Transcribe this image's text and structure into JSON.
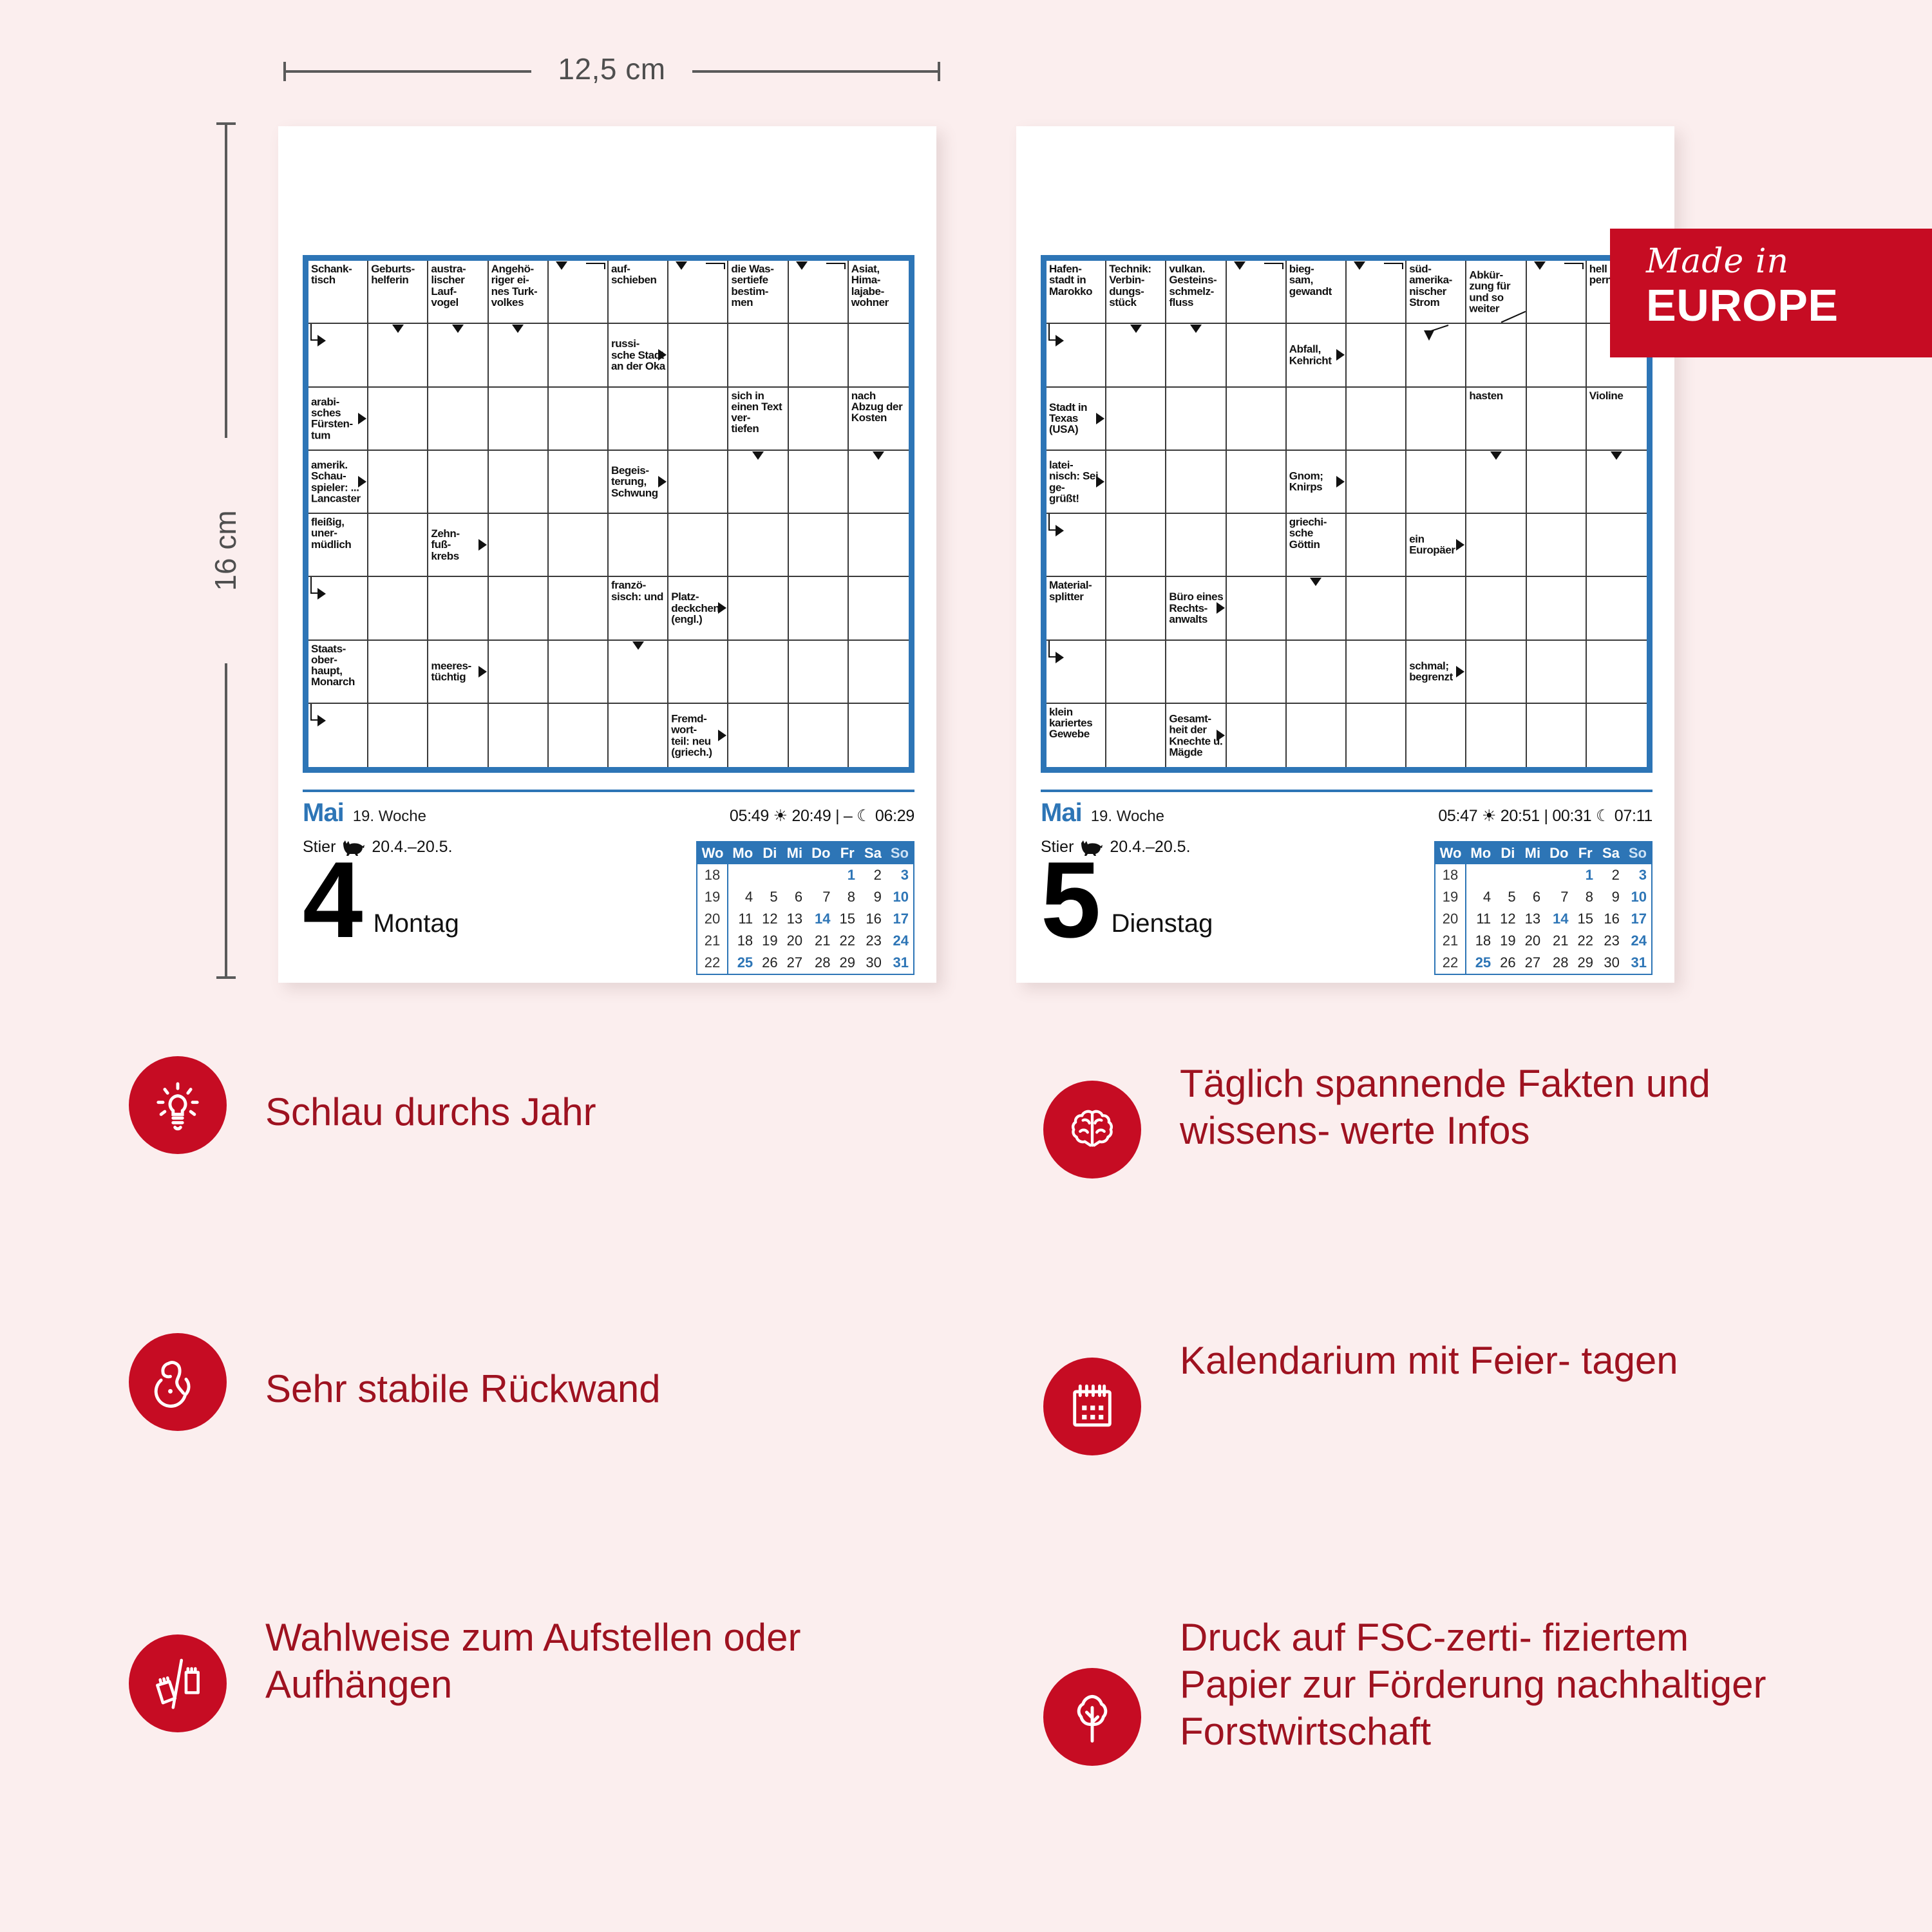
{
  "dimensions": {
    "width_label": "12,5 cm",
    "height_label": "16 cm"
  },
  "badge": {
    "line1": "Made in",
    "line2": "EUROPE",
    "color": "#c60c23"
  },
  "theme": {
    "background": "#fbeeee",
    "accent_red": "#c60c23",
    "text_red": "#9e1220",
    "blue": "#2d75b6"
  },
  "pages": [
    {
      "id": "page-monday",
      "month": "Mai",
      "week": "19. Woche",
      "suntimes": "05:49 ☀ 20:49 | –   ☾ 06:29",
      "zodiac_name": "Stier",
      "zodiac_range": "20.4.–20.5.",
      "day_number": "4",
      "day_name": "Montag",
      "minical": {
        "headers": [
          "Wo",
          "Mo",
          "Di",
          "Mi",
          "Do",
          "Fr",
          "Sa",
          "So"
        ],
        "rows": [
          {
            "week": "18",
            "days": [
              "",
              "",
              "",
              "",
              "1",
              "2",
              "3"
            ],
            "highlight": [
              4,
              6
            ]
          },
          {
            "week": "19",
            "days": [
              "4",
              "5",
              "6",
              "7",
              "8",
              "9",
              "10"
            ],
            "highlight": [
              6
            ]
          },
          {
            "week": "20",
            "days": [
              "11",
              "12",
              "13",
              "14",
              "15",
              "16",
              "17"
            ],
            "highlight": [
              3,
              6
            ]
          },
          {
            "week": "21",
            "days": [
              "18",
              "19",
              "20",
              "21",
              "22",
              "23",
              "24"
            ],
            "highlight": [
              6
            ]
          },
          {
            "week": "22",
            "days": [
              "25",
              "26",
              "27",
              "28",
              "29",
              "30",
              "31"
            ],
            "highlight": [
              0,
              6
            ]
          }
        ]
      },
      "crossword": {
        "cols": 10,
        "rows": 8,
        "cells": [
          {
            "r": 0,
            "c": 0,
            "clue": "Schank-\ntisch"
          },
          {
            "r": 0,
            "c": 1,
            "clue": "Geburts-\nhelferin"
          },
          {
            "r": 0,
            "c": 2,
            "clue": "austra-\nlischer Lauf-\nvogel"
          },
          {
            "r": 0,
            "c": 3,
            "clue": "Angehö-\nriger ei-\nnes Turk-\nvolkes"
          },
          {
            "r": 0,
            "c": 4,
            "clue": "",
            "mark": "down-hook"
          },
          {
            "r": 0,
            "c": 5,
            "clue": "auf-\nschieben"
          },
          {
            "r": 0,
            "c": 6,
            "clue": "",
            "mark": "down-hook"
          },
          {
            "r": 0,
            "c": 7,
            "clue": "die Was-\nsertiefe bestim-\nmen"
          },
          {
            "r": 0,
            "c": 8,
            "clue": "",
            "mark": "down-hook"
          },
          {
            "r": 0,
            "c": 9,
            "clue": "Asiat, Hima-\nlajabe-\nwohner"
          },
          {
            "r": 1,
            "c": 0,
            "clue": "",
            "mark": "corner-right"
          },
          {
            "r": 1,
            "c": 1,
            "clue": "",
            "mark": "down"
          },
          {
            "r": 1,
            "c": 2,
            "clue": "",
            "mark": "down"
          },
          {
            "r": 1,
            "c": 3,
            "clue": "",
            "mark": "down"
          },
          {
            "r": 1,
            "c": 5,
            "clue": "russi-\nsche Stadt an der Oka",
            "mark": "right"
          },
          {
            "r": 2,
            "c": 0,
            "clue": "arabi-\nsches Fürsten-\ntum",
            "mark": "right"
          },
          {
            "r": 2,
            "c": 7,
            "clue": "sich in einen Text ver-\ntiefen"
          },
          {
            "r": 2,
            "c": 9,
            "clue": "nach Abzug der Kosten"
          },
          {
            "r": 3,
            "c": 0,
            "clue": "amerik. Schau-\nspieler: ... Lancaster",
            "mark": "right"
          },
          {
            "r": 3,
            "c": 5,
            "clue": "Begeis-\nterung, Schwung",
            "mark": "right"
          },
          {
            "r": 3,
            "c": 7,
            "clue": "",
            "mark": "down"
          },
          {
            "r": 3,
            "c": 9,
            "clue": "",
            "mark": "down"
          },
          {
            "r": 4,
            "c": 0,
            "clue": "fleißig, uner-\nmüdlich"
          },
          {
            "r": 4,
            "c": 2,
            "clue": "Zehn-\nfuß-\nkrebs",
            "mark": "right"
          },
          {
            "r": 5,
            "c": 0,
            "clue": "",
            "mark": "corner-right"
          },
          {
            "r": 5,
            "c": 5,
            "clue": "franzö-\nsisch: und"
          },
          {
            "r": 5,
            "c": 6,
            "clue": "Platz-\ndeckchen (engl.)",
            "mark": "right"
          },
          {
            "r": 6,
            "c": 0,
            "clue": "Staats-\nober-\nhaupt, Monarch"
          },
          {
            "r": 6,
            "c": 2,
            "clue": "meeres-\ntüchtig",
            "mark": "right"
          },
          {
            "r": 6,
            "c": 5,
            "clue": "",
            "mark": "down"
          },
          {
            "r": 7,
            "c": 0,
            "clue": "",
            "mark": "corner-right"
          },
          {
            "r": 7,
            "c": 6,
            "clue": "Fremd-\nwort-\nteil: neu (griech.)",
            "mark": "right"
          }
        ]
      }
    },
    {
      "id": "page-tuesday",
      "month": "Mai",
      "week": "19. Woche",
      "suntimes": "05:47 ☀ 20:51 | 00:31 ☾ 07:11",
      "zodiac_name": "Stier",
      "zodiac_range": "20.4.–20.5.",
      "day_number": "5",
      "day_name": "Dienstag",
      "minical": {
        "headers": [
          "Wo",
          "Mo",
          "Di",
          "Mi",
          "Do",
          "Fr",
          "Sa",
          "So"
        ],
        "rows": [
          {
            "week": "18",
            "days": [
              "",
              "",
              "",
              "",
              "1",
              "2",
              "3"
            ],
            "highlight": [
              4,
              6
            ]
          },
          {
            "week": "19",
            "days": [
              "4",
              "5",
              "6",
              "7",
              "8",
              "9",
              "10"
            ],
            "highlight": [
              6
            ]
          },
          {
            "week": "20",
            "days": [
              "11",
              "12",
              "13",
              "14",
              "15",
              "16",
              "17"
            ],
            "highlight": [
              3,
              6
            ]
          },
          {
            "week": "21",
            "days": [
              "18",
              "19",
              "20",
              "21",
              "22",
              "23",
              "24"
            ],
            "highlight": [
              6
            ]
          },
          {
            "week": "22",
            "days": [
              "25",
              "26",
              "27",
              "28",
              "29",
              "30",
              "31"
            ],
            "highlight": [
              0,
              6
            ]
          }
        ]
      },
      "crossword": {
        "cols": 10,
        "rows": 8,
        "cells": [
          {
            "r": 0,
            "c": 0,
            "clue": "Hafen-\nstadt in Marokko"
          },
          {
            "r": 0,
            "c": 1,
            "clue": "Technik: Verbin-\ndungs-\nstück"
          },
          {
            "r": 0,
            "c": 2,
            "clue": "vulkan. Gesteins-\nschmelz-\nfluss"
          },
          {
            "r": 0,
            "c": 3,
            "clue": "",
            "mark": "down-hook"
          },
          {
            "r": 0,
            "c": 4,
            "clue": "bieg-\nsam, gewandt"
          },
          {
            "r": 0,
            "c": 5,
            "clue": "",
            "mark": "down-hook"
          },
          {
            "r": 0,
            "c": 6,
            "clue": "süd-\namerika-\nnischer Strom"
          },
          {
            "r": 0,
            "c": 7,
            "clue": "Abkür-\nzung für und so weiter",
            "mark": "diag"
          },
          {
            "r": 0,
            "c": 8,
            "clue": "",
            "mark": "down-hook"
          },
          {
            "r": 0,
            "c": 9,
            "clue": "hell schep-\npernd"
          },
          {
            "r": 1,
            "c": 0,
            "clue": "",
            "mark": "corner-right"
          },
          {
            "r": 1,
            "c": 1,
            "clue": "",
            "mark": "down"
          },
          {
            "r": 1,
            "c": 2,
            "clue": "",
            "mark": "down"
          },
          {
            "r": 1,
            "c": 4,
            "clue": "Abfall, Kehricht",
            "mark": "right"
          },
          {
            "r": 1,
            "c": 6,
            "clue": "",
            "mark": "down-diag"
          },
          {
            "r": 2,
            "c": 0,
            "clue": "Stadt in Texas (USA)",
            "mark": "right"
          },
          {
            "r": 2,
            "c": 7,
            "clue": "hasten"
          },
          {
            "r": 2,
            "c": 9,
            "clue": "Violine"
          },
          {
            "r": 3,
            "c": 0,
            "clue": "latei-\nnisch: Sei ge-\ngrüßt!",
            "mark": "right"
          },
          {
            "r": 3,
            "c": 4,
            "clue": "Gnom; Knirps",
            "mark": "right"
          },
          {
            "r": 3,
            "c": 7,
            "clue": "",
            "mark": "down"
          },
          {
            "r": 3,
            "c": 9,
            "clue": "",
            "mark": "down"
          },
          {
            "r": 4,
            "c": 0,
            "clue": "",
            "mark": "corner-right"
          },
          {
            "r": 4,
            "c": 4,
            "clue": "griechi-\nsche Göttin"
          },
          {
            "r": 4,
            "c": 6,
            "clue": "ein Europäer",
            "mark": "right"
          },
          {
            "r": 5,
            "c": 0,
            "clue": "Material-\nsplitter"
          },
          {
            "r": 5,
            "c": 2,
            "clue": "Büro eines Rechts-\nanwalts",
            "mark": "right"
          },
          {
            "r": 5,
            "c": 4,
            "clue": "",
            "mark": "down"
          },
          {
            "r": 6,
            "c": 0,
            "clue": "",
            "mark": "corner-right"
          },
          {
            "r": 6,
            "c": 6,
            "clue": "schmal; begrenzt",
            "mark": "right"
          },
          {
            "r": 7,
            "c": 0,
            "clue": "klein kariertes Gewebe"
          },
          {
            "r": 7,
            "c": 2,
            "clue": "Gesamt-\nheit der Knechte u. Mägde",
            "mark": "right"
          }
        ]
      }
    }
  ],
  "features": [
    {
      "icon": "lightbulb-icon",
      "text": "Schlau durchs Jahr",
      "column": "left",
      "row": 1
    },
    {
      "icon": "brain-icon",
      "text": "Täglich spannende Fakten und wissens- werte Infos",
      "column": "right",
      "row": 1
    },
    {
      "icon": "muscle-arm-icon",
      "text": "Sehr stabile Rückwand",
      "column": "left",
      "row": 2
    },
    {
      "icon": "calendar-icon",
      "text": "Kalendarium mit Feier- tagen",
      "column": "right",
      "row": 2
    },
    {
      "icon": "stand-or-hang-icon",
      "text": "Wahlweise zum Aufstellen oder Aufhängen",
      "column": "left",
      "row": 3
    },
    {
      "icon": "tree-icon",
      "text": "Druck auf FSC-zerti- fiziertem Papier zur Förderung nachhaltiger Forstwirtschaft",
      "column": "right",
      "row": 3
    }
  ]
}
